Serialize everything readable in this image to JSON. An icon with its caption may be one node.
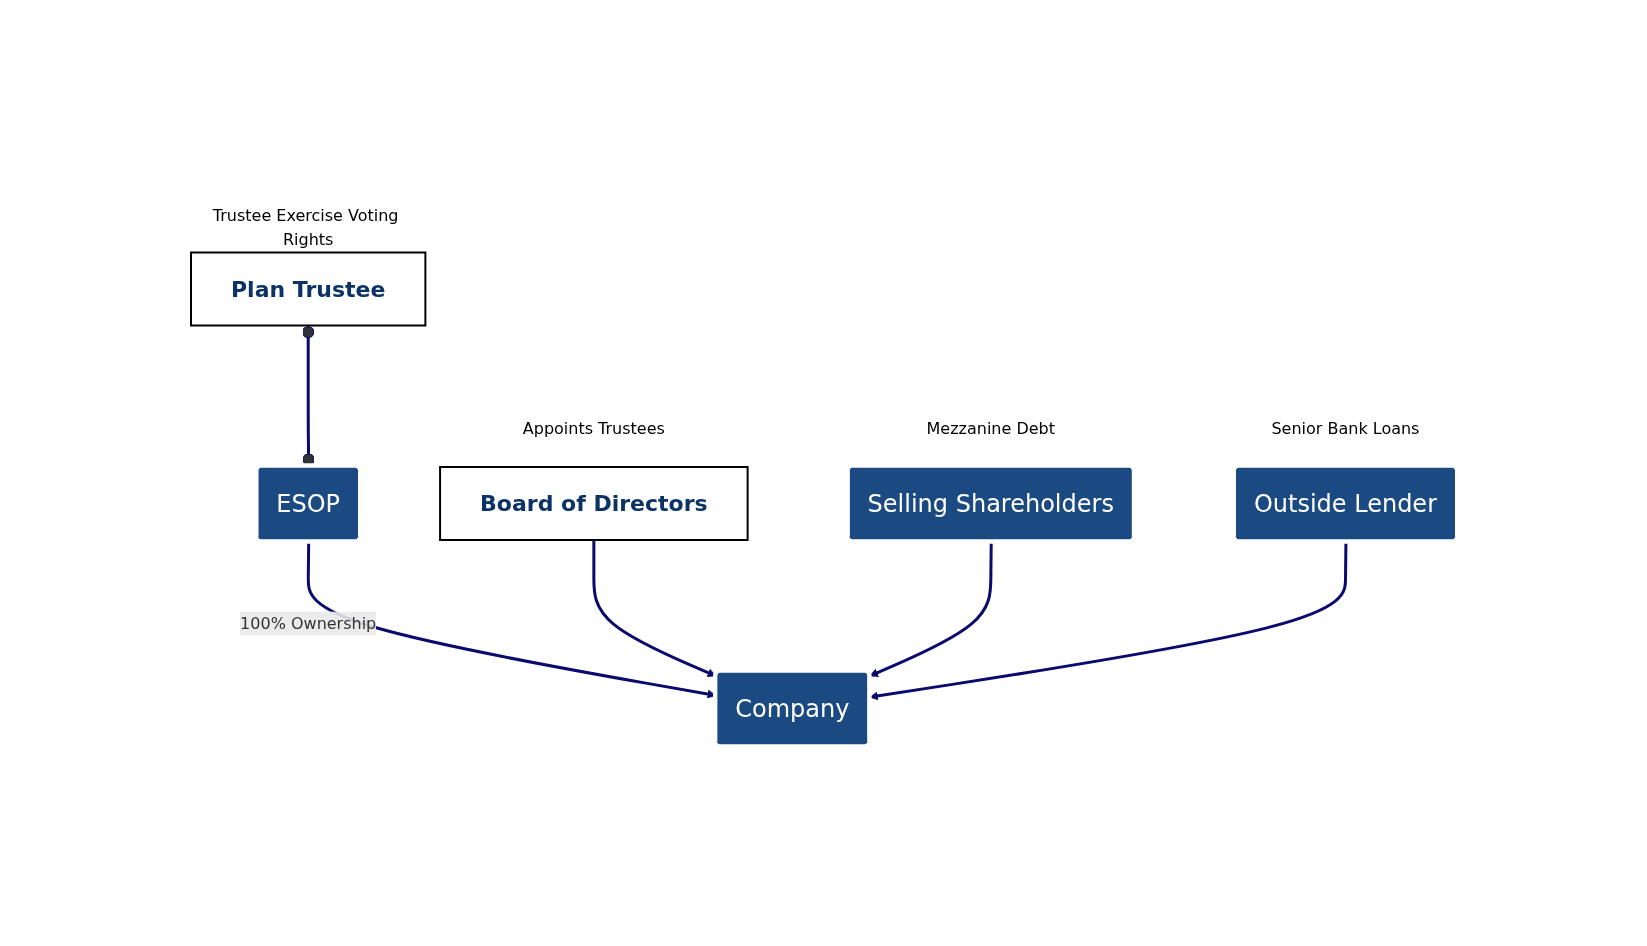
{
  "diagram": {
    "nodes": [
      {
        "text": [
          "Plan Trustee"
        ],
        "beside": [
          "Trustee Exercise Voting Rights"
        ]
      },
      {
        "text": [
          "ESOP"
        ]
      },
      {
        "text": [
          "Selling Shareholders"
        ],
        "beside": [
          "Mezzanine Debt"
        ]
      },
      {
        "text": [
          "Board of Directors"
        ],
        "beside": [
          "Appoints Trustees"
        ]
      },
      {
        "text": [
          "Company"
        ]
      },
      {
        "text": [
          "Outside Lender"
        ],
        "beside": [
          "Senior Bank Loans"
        ]
      }
    ],
    "edges": [
      {
        "from": 1,
        "to": 0,
        "arrow": "other"
      },
      {
        "from": 1,
        "to": 4,
        "arrow": "to",
        "label": "100% Ownership"
      },
      {
        "from": 3,
        "to": 4,
        "arrow": "to"
      },
      {
        "from": 2,
        "to": 4,
        "arrow": "to"
      },
      {
        "from": 5,
        "to": 4,
        "arrow": "to"
      }
    ]
  }
}
